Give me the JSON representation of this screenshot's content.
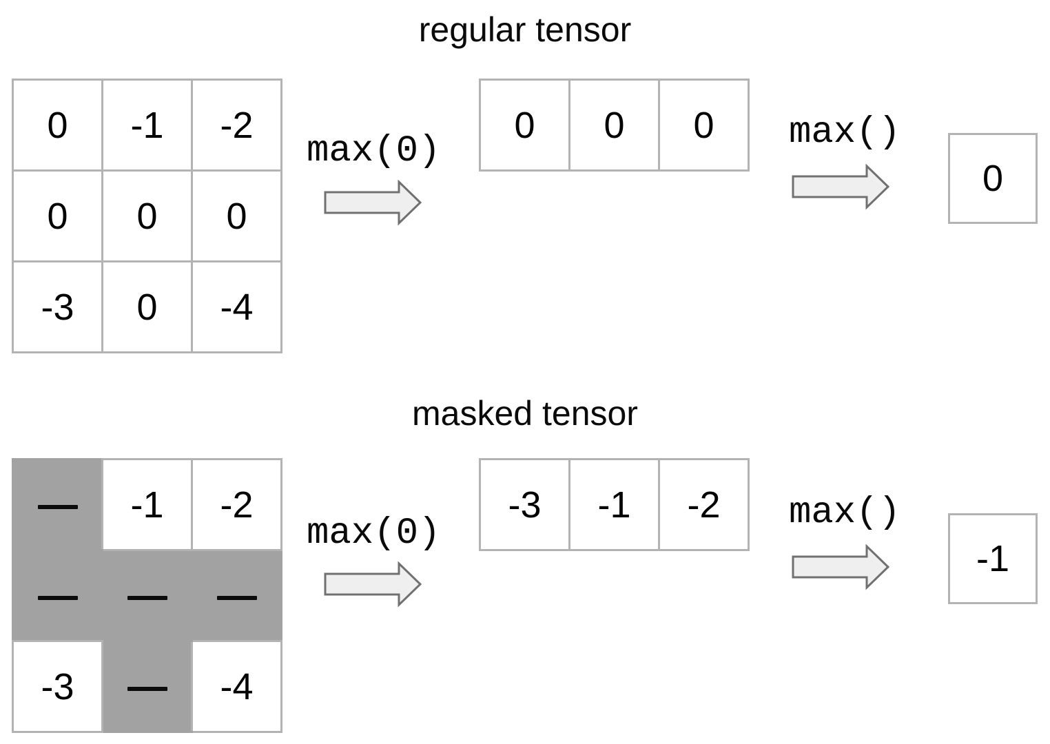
{
  "labels": {
    "reduce_dim": "max(0)",
    "reduce_all": "max()",
    "mask_symbol": "—"
  },
  "colors": {
    "mask_bg": "#a2a2a2",
    "cell_border": "#b3b3b3",
    "arrow_fill": "#efefef",
    "arrow_stroke": "#707070",
    "text": "#000000"
  },
  "sections": [
    {
      "title": "regular tensor",
      "grid": {
        "rows": 3,
        "cols": 3,
        "cells": [
          [
            "0",
            "-1",
            "-2"
          ],
          [
            "0",
            "0",
            "0"
          ],
          [
            "-3",
            "0",
            "-4"
          ]
        ],
        "mask": [
          [
            false,
            false,
            false
          ],
          [
            false,
            false,
            false
          ],
          [
            false,
            false,
            false
          ]
        ]
      },
      "row_result": {
        "rows": 1,
        "cols": 3,
        "cells": [
          [
            "0",
            "0",
            "0"
          ]
        ],
        "mask": [
          [
            false,
            false,
            false
          ]
        ]
      },
      "scalar_result": "0"
    },
    {
      "title": "masked tensor",
      "grid": {
        "rows": 3,
        "cols": 3,
        "cells": [
          [
            null,
            "-1",
            "-2"
          ],
          [
            null,
            null,
            null
          ],
          [
            "-3",
            null,
            "-4"
          ]
        ],
        "mask": [
          [
            true,
            false,
            false
          ],
          [
            true,
            true,
            true
          ],
          [
            false,
            true,
            false
          ]
        ]
      },
      "row_result": {
        "rows": 1,
        "cols": 3,
        "cells": [
          [
            "-3",
            "-1",
            "-2"
          ]
        ],
        "mask": [
          [
            false,
            false,
            false
          ]
        ]
      },
      "scalar_result": "-1"
    }
  ]
}
